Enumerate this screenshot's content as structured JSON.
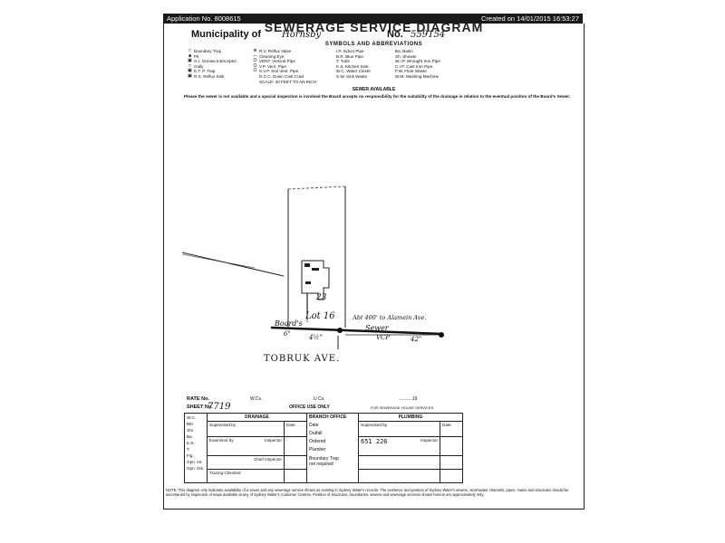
{
  "header": {
    "application": "Application No. 8008615",
    "created": "Created on 14/01/2015 16:53:27"
  },
  "title": "SEWERAGE SERVICE DIAGRAM",
  "municipality_label": "Municipality of",
  "municipality_value": "Hornsby",
  "number_label": "No.",
  "number_value": "559154",
  "symbols_title": "SYMBOLS AND ABBREVIATIONS",
  "legend_col1": [
    {
      "sym": "□",
      "text": "Boundary Trap"
    },
    {
      "sym": "■",
      "text": "Pit"
    },
    {
      "sym": "▣",
      "text": "G.I.  Grease Interceptor"
    },
    {
      "sym": "□",
      "text": "Gully"
    },
    {
      "sym": "▣",
      "text": "E.T. P. Trap"
    },
    {
      "sym": "▣",
      "text": "R.S. Reflux Sink"
    }
  ],
  "legend_col2": [
    {
      "sym": "⊕",
      "text": "R.V.  Reflux Valve"
    },
    {
      "sym": "—",
      "text": "Cleaning Eye"
    },
    {
      "sym": "O",
      "text": "VENT. Vertical Pipe"
    },
    {
      "sym": "O",
      "text": "V.P.  Vent. Pipe"
    },
    {
      "sym": "O",
      "text": "S.V.P. Soil Vent. Pipe"
    },
    {
      "sym": "",
      "text": "D.C.C. Down Cast Cowl"
    },
    {
      "sym": "",
      "text": "SCALE: 40 FEET TO AN INCH"
    }
  ],
  "legend_col3": [
    "I.P.  Induct Pipe",
    "B.R.  Blue Pipe",
    "T.    Tubs",
    "K.S.  Kitchen Sink",
    "W.C.  Water Closet",
    "S.W.  Sink Waste"
  ],
  "legend_col4": [
    "Ba.   Basin",
    "Sh.   Shower",
    "W.I.P. Wrought Iron Pipe",
    "C.I.P. Cast Iron Pipe",
    "F.W.  Floor Waste",
    "W.M.  Washing Machine"
  ],
  "sewer_available": "SEWER AVAILABLE",
  "note": "Please the sewer is not available and a special inspection is involved the Board accepts no responsibility for the suitability of the drainage in relation to the eventual position of the Board's Sewer.",
  "plan": {
    "lot": "Lot 16",
    "distance": "Abt 400' to Alamein Ave.",
    "boards": "Board's",
    "sewer": "Sewer",
    "vcp": "VCP",
    "left_size": "6\"",
    "mid_size": "4½\"",
    "right_size": "42\"",
    "street": "TOBRUK   AVE.",
    "house_no": "23"
  },
  "bottom": {
    "rate_label": "RATE No.",
    "sheet_label": "SHEET No.",
    "sheet_value": "7719",
    "wc_label": "W.Cs.",
    "uc_label": "U.Cs.",
    "dots": "..........19",
    "office_label": "OFFICE USE ONLY",
    "forbs": "FOR SEWERAGE HOUSE SERVICES",
    "drainage": "DRAINAGE",
    "date": "Date",
    "branch_office": "BRANCH OFFICE",
    "plumbing": "PLUMBING",
    "supervised_by": "Supervised by",
    "examined_by": "Examined by",
    "inspector": "Inspector",
    "chief_inspector": "Chief Inspector",
    "tracing_checked": "Tracing Checked",
    "date_row": "Date",
    "outfall": "Outfall",
    "ordered": "Ordered",
    "plumber": "Plumber",
    "boundary_trap": "Boundary Trap",
    "not_required": "not required",
    "stamp": "651  226",
    "fixtures": [
      "W.C.",
      "Bth",
      "Shr",
      "Ba.",
      "K.S.",
      "T.",
      "Fig.",
      "Opn. Int.",
      "Opn. Dis."
    ]
  },
  "footer": "NOTE: This diagram only indicates availability of a sewer and any sewerage service shown as existing in Sydney Water's records. The existence and position of Sydney Water's sewers, stormwater channels, pipes, mains and structures should be ascertained by inspection of maps available at any of Sydney Water's Customer Centres. Position of structures, boundaries, sewers and sewerage services shown hereon are approximately only."
}
